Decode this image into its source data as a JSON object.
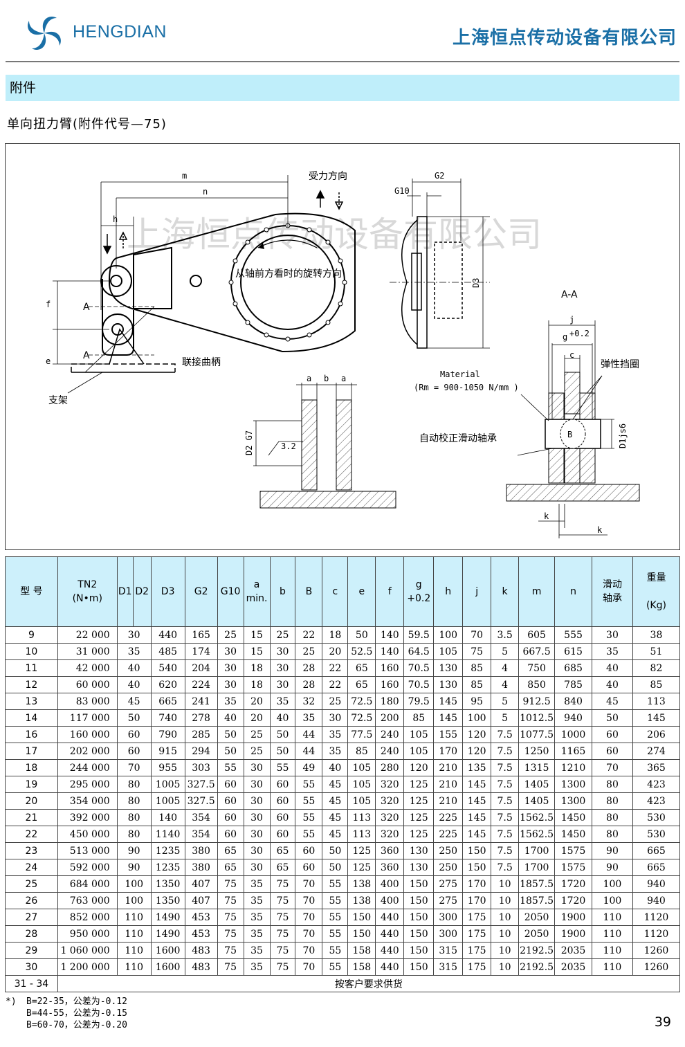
{
  "header": {
    "brand": "HENGDIAN",
    "company": "上海恒点传动设备有限公司"
  },
  "section_title": "附件",
  "subtitle": "单向扭力臂(附件代号—75)",
  "drawing": {
    "watermark": "上海恒点传动设备有限公司",
    "force_direction": "受力方向",
    "rotation_note": "从轴前方看时的旋转方向",
    "linkage_crank": "联接曲柄",
    "bracket": "支架",
    "section_label": "A-A",
    "elastic_ring": "弹性挡圈",
    "material_line1": "Material",
    "material_line2": "(Rm = 900-1050 N/mm )",
    "bearing": "自动校正滑动轴承",
    "roughness": "3.2",
    "dims": {
      "m": "m",
      "n": "n",
      "h": "h",
      "f": "f",
      "e": "e",
      "A": "A",
      "G2": "G2",
      "G10": "G10",
      "D3": "D3",
      "a": "a",
      "b": "b",
      "D2G7": "D2 G7",
      "j": "j",
      "g": "g",
      "g_tol": "+0.2",
      "c": "c",
      "B": "B",
      "D1": "D1js6",
      "k": "k"
    }
  },
  "table": {
    "headers": [
      "型 号",
      "TN2\n(N•m)",
      "D1",
      "D2",
      "D3",
      "G2",
      "G10",
      "a\nmin.",
      "b",
      "B",
      "c",
      "e",
      "f",
      "g\n+0.2",
      "h",
      "j",
      "k",
      "m",
      "n",
      "滑动\n轴承",
      "重量\n\n(Kg)"
    ],
    "rows": [
      [
        "9",
        "22 000",
        "30",
        "440",
        "165",
        "25",
        "15",
        "25",
        "22",
        "18",
        "50",
        "140",
        "59.5",
        "100",
        "70",
        "3.5",
        "605",
        "555",
        "30",
        "38"
      ],
      [
        "10",
        "31 000",
        "35",
        "485",
        "174",
        "30",
        "15",
        "30",
        "25",
        "20",
        "52.5",
        "140",
        "64.5",
        "105",
        "75",
        "5",
        "667.5",
        "615",
        "35",
        "51"
      ],
      [
        "11",
        "42 000",
        "40",
        "540",
        "204",
        "30",
        "18",
        "30",
        "28",
        "22",
        "65",
        "160",
        "70.5",
        "130",
        "85",
        "4",
        "750",
        "685",
        "40",
        "82"
      ],
      [
        "12",
        "60 000",
        "40",
        "620",
        "224",
        "30",
        "18",
        "30",
        "28",
        "22",
        "65",
        "160",
        "70.5",
        "130",
        "85",
        "4",
        "850",
        "785",
        "40",
        "85"
      ],
      [
        "13",
        "83 000",
        "45",
        "665",
        "241",
        "35",
        "20",
        "35",
        "32",
        "25",
        "72.5",
        "180",
        "79.5",
        "145",
        "95",
        "5",
        "912.5",
        "840",
        "45",
        "113"
      ],
      [
        "14",
        "117 000",
        "50",
        "740",
        "278",
        "40",
        "20",
        "40",
        "35",
        "30",
        "72.5",
        "200",
        "85",
        "145",
        "100",
        "5",
        "1012.5",
        "940",
        "50",
        "145"
      ],
      [
        "16",
        "160 000",
        "60",
        "790",
        "285",
        "50",
        "25",
        "50",
        "44",
        "35",
        "77.5",
        "240",
        "105",
        "155",
        "120",
        "7.5",
        "1077.5",
        "1000",
        "60",
        "206"
      ],
      [
        "17",
        "202 000",
        "60",
        "915",
        "294",
        "50",
        "25",
        "50",
        "44",
        "35",
        "85",
        "240",
        "105",
        "170",
        "120",
        "7.5",
        "1250",
        "1165",
        "60",
        "274"
      ],
      [
        "18",
        "244 000",
        "70",
        "955",
        "303",
        "55",
        "30",
        "55",
        "49",
        "40",
        "105",
        "280",
        "120",
        "210",
        "135",
        "7.5",
        "1315",
        "1210",
        "70",
        "365"
      ],
      [
        "19",
        "295 000",
        "80",
        "1005",
        "327.5",
        "60",
        "30",
        "60",
        "55",
        "45",
        "105",
        "320",
        "125",
        "210",
        "145",
        "7.5",
        "1405",
        "1300",
        "80",
        "423"
      ],
      [
        "20",
        "354 000",
        "80",
        "1005",
        "327.5",
        "60",
        "30",
        "60",
        "55",
        "45",
        "105",
        "320",
        "125",
        "210",
        "145",
        "7.5",
        "1405",
        "1300",
        "80",
        "423"
      ],
      [
        "21",
        "392 000",
        "80",
        "140",
        "354",
        "60",
        "30",
        "60",
        "55",
        "45",
        "113",
        "320",
        "125",
        "225",
        "145",
        "7.5",
        "1562.5",
        "1450",
        "80",
        "530"
      ],
      [
        "22",
        "450 000",
        "80",
        "1140",
        "354",
        "60",
        "30",
        "60",
        "55",
        "45",
        "113",
        "320",
        "125",
        "225",
        "145",
        "7.5",
        "1562.5",
        "1450",
        "80",
        "530"
      ],
      [
        "23",
        "513 000",
        "90",
        "1235",
        "380",
        "65",
        "30",
        "65",
        "60",
        "50",
        "125",
        "360",
        "130",
        "250",
        "150",
        "7.5",
        "1700",
        "1575",
        "90",
        "665"
      ],
      [
        "24",
        "592 000",
        "90",
        "1235",
        "380",
        "65",
        "30",
        "65",
        "60",
        "50",
        "125",
        "360",
        "130",
        "250",
        "150",
        "7.5",
        "1700",
        "1575",
        "90",
        "665"
      ],
      [
        "25",
        "684 000",
        "100",
        "1350",
        "407",
        "75",
        "35",
        "75",
        "70",
        "55",
        "138",
        "400",
        "150",
        "275",
        "170",
        "10",
        "1857.5",
        "1720",
        "100",
        "940"
      ],
      [
        "26",
        "763 000",
        "100",
        "1350",
        "407",
        "75",
        "35",
        "75",
        "70",
        "55",
        "138",
        "400",
        "150",
        "275",
        "170",
        "10",
        "1857.5",
        "1720",
        "100",
        "940"
      ],
      [
        "27",
        "852 000",
        "110",
        "1490",
        "453",
        "75",
        "35",
        "75",
        "70",
        "55",
        "150",
        "440",
        "150",
        "300",
        "175",
        "10",
        "2050",
        "1900",
        "110",
        "1120"
      ],
      [
        "28",
        "950 000",
        "110",
        "1490",
        "453",
        "75",
        "35",
        "75",
        "70",
        "55",
        "150",
        "440",
        "150",
        "300",
        "175",
        "10",
        "2050",
        "1900",
        "110",
        "1120"
      ],
      [
        "29",
        "1 060 000",
        "110",
        "1600",
        "483",
        "75",
        "35",
        "75",
        "70",
        "55",
        "158",
        "440",
        "150",
        "315",
        "175",
        "10",
        "2192.5",
        "2035",
        "110",
        "1260"
      ],
      [
        "30",
        "1 200 000",
        "110",
        "1600",
        "483",
        "75",
        "35",
        "75",
        "70",
        "55",
        "158",
        "440",
        "150",
        "315",
        "175",
        "10",
        "2192.5",
        "2035",
        "110",
        "1260"
      ]
    ],
    "last_row": {
      "model": "31 - 34",
      "note": "按客户要求供货"
    }
  },
  "footnote": {
    "mark": "*)",
    "lines": [
      "B=22-35，公差为-0.12",
      "B=44-55，公差为-0.15",
      "B=60-70，公差为-0.20"
    ]
  },
  "page_number": "39"
}
